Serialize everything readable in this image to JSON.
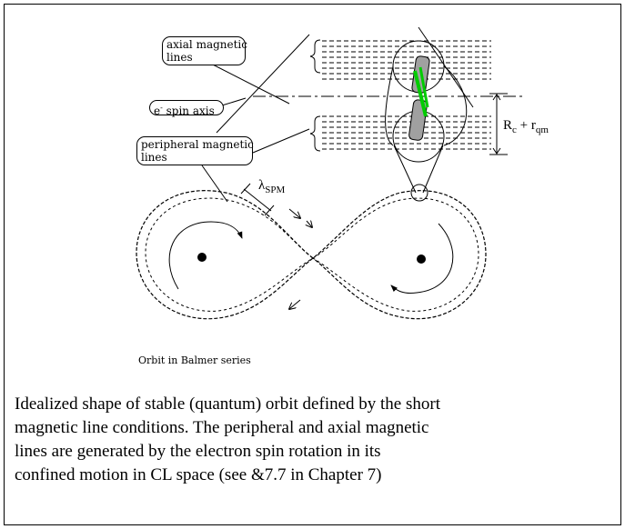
{
  "labels": {
    "axial_line1": "axial magnetic",
    "axial_line2": "lines",
    "spin_axis_prefix": "e",
    "spin_axis_sup": "-",
    "spin_axis_rest": " spin axis",
    "peripheral_line1": "peripheral magnetic",
    "peripheral_line2": "lines",
    "lambda_symbol": "λ",
    "lambda_sub": "SPM",
    "rc_main": "R",
    "rc_sub": "c",
    "plus": "+",
    "rqm_main": "r",
    "rqm_sub": "qm",
    "orbit_label": "Orbit in Balmer series"
  },
  "caption": {
    "line1": "Idealized shape of stable (quantum) orbit defined by the short",
    "line2": "magnetic line conditions. The peripheral and axial magnetic",
    "line3": "lines are generated by the electron spin rotation in its",
    "line4": " confined motion in CL space (see &7.7 in Chapter 7)"
  },
  "colors": {
    "spin_green": "#00cc00",
    "particle_gray": "#a0a0a0"
  }
}
